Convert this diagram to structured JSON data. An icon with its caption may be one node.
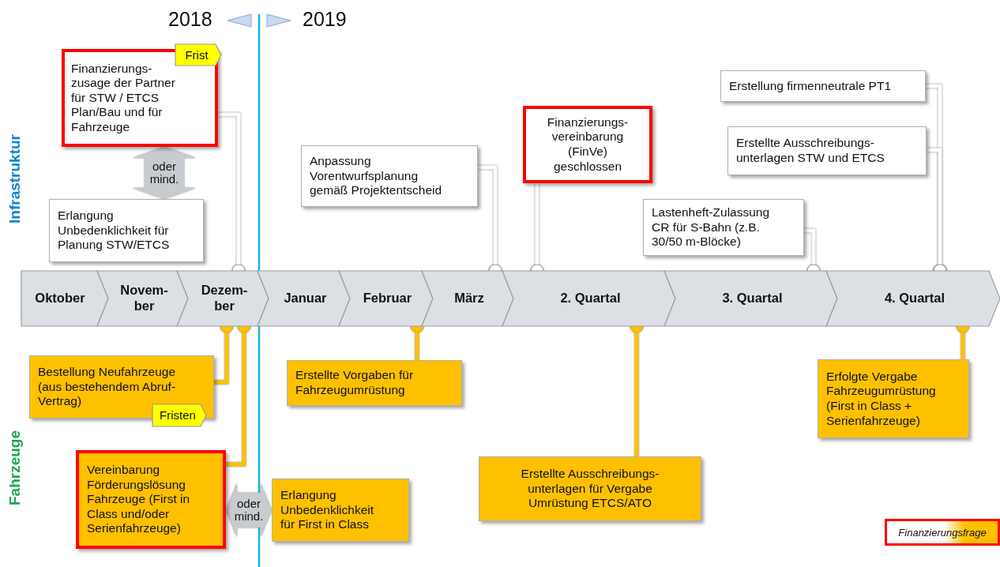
{
  "diagram": {
    "nodes": [
      {
        "text": [
          "Oktober"
        ]
      },
      {
        "text": [
          "Novem- ber"
        ]
      },
      {
        "text": [
          "Dezem- ber"
        ]
      },
      {
        "text": [
          "Januar"
        ]
      },
      {
        "text": [
          "Februar"
        ]
      },
      {
        "text": [
          "März"
        ]
      },
      {
        "text": [
          "2. Quartal"
        ]
      },
      {
        "text": [
          "3. Quartal"
        ]
      },
      {
        "text": [
          "4. Quartal"
        ]
      },
      {
        "text": [
          "Finanzierungs- zusage der Partner für STW / ETCS Plan/Bau und für Fahrzeuge"
        ]
      },
      {
        "text": [
          "Frist"
        ]
      },
      {
        "text": [
          "Erlangung Unbedenklichkeit für Planung STW/ETCS"
        ]
      },
      {
        "text": [
          "Anpassung Vorentwurfsplanung gemäß Projektentscheid"
        ]
      },
      {
        "text": [
          "Finanzierungs- vereinbarung (FinVe) geschlossen"
        ]
      },
      {
        "text": [
          "Lastenheft-Zulassung CR für S-Bahn (z.B. 30/50 m-Blöcke)"
        ]
      },
      {
        "text": [
          "Erstellung firmenneutrale PT1"
        ]
      },
      {
        "text": [
          "Erstellte Ausschreibungs- unterlagen STW und ETCS"
        ]
      },
      {
        "text": [
          "Bestellung Neufahrzeuge (aus bestehendem Abruf- Vertrag)"
        ]
      },
      {
        "text": [
          "Fristen"
        ]
      },
      {
        "text": [
          "Vereinbarung Förderungslösung Fahrzeuge (First in Class und/oder Serienfahrzeuge)"
        ]
      },
      {
        "text": [
          "Erlangung Unbedenklichkeit für First in Class"
        ]
      },
      {
        "text": [
          "Erstellte Vorgaben für Fahrzeugumrüstung"
        ]
      },
      {
        "text": [
          "Erstellte Ausschreibungs- unterlagen für Vergabe Umrüstung ETCS/ATO"
        ]
      },
      {
        "text": [
          "Erfolgte Vergabe Fahrzeugumrüstung (First in Class + Serienfahrzeuge)"
        ]
      }
    ],
    "edges": [
      {
        "from": 9,
        "to": 2,
        "arrow": "other",
        "color": "#ffffff"
      },
      {
        "from": 12,
        "to": 5,
        "arrow": "other",
        "color": "#ffffff"
      },
      {
        "from": 13,
        "to": 6,
        "arrow": "other",
        "color": "#ffffff"
      },
      {
        "from": 14,
        "to": 7,
        "arrow": "other",
        "color": "#ffffff"
      },
      {
        "from": 15,
        "to": 8,
        "arrow": "other",
        "color": "#ffffff"
      },
      {
        "from": 16,
        "to": 8,
        "arrow": "other",
        "color": "#ffffff"
      },
      {
        "from": 17,
        "to": 2,
        "arrow": "other",
        "color": "#ffc000"
      },
      {
        "from": 19,
        "to": 2,
        "arrow": "other",
        "color": "#ffc000"
      },
      {
        "from": 21,
        "to": 4,
        "arrow": "other",
        "color": "#ffc000"
      },
      {
        "from": 22,
        "to": 6,
        "arrow": "other",
        "color": "#ffc000"
      },
      {
        "from": 23,
        "to": 8,
        "arrow": "other",
        "color": "#ffc000"
      },
      {
        "from": 9,
        "to": 11,
        "arrow": "both",
        "label": "oder mind.",
        "style": "thick",
        "color": "#c8cbcf"
      },
      {
        "from": 19,
        "to": 20,
        "arrow": "both",
        "label": "oder mind.",
        "style": "thick",
        "color": "#c8cbcf"
      }
    ],
    "labels": [
      "2018",
      "2019",
      "Infrastruktur",
      "Fahrzeuge"
    ],
    "legend": [
      {
        "text": "Finanzierungsfrage"
      }
    ]
  }
}
